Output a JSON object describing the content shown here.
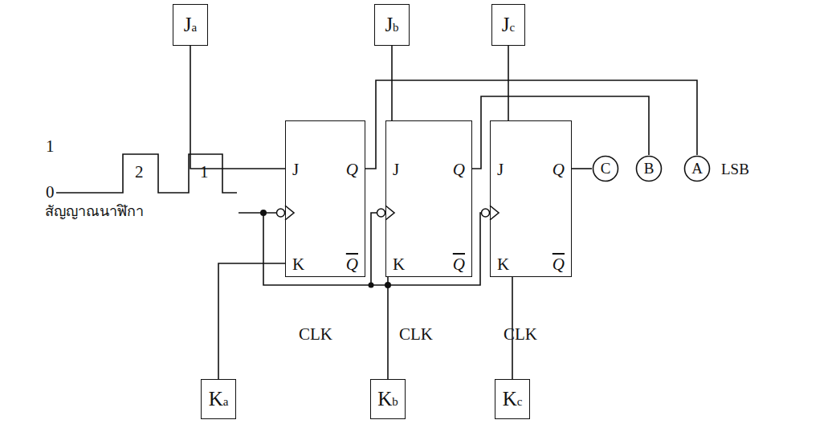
{
  "diagram": {
    "nodes": [
      {
        "text": [
          "Ja"
        ]
      },
      {
        "text": [
          "Jb"
        ]
      },
      {
        "text": [
          "Jc"
        ]
      },
      {
        "text": [
          "J",
          "Q",
          "CLK",
          "K",
          "Q"
        ]
      },
      {
        "text": [
          "J",
          "Q",
          "CLK",
          "K",
          "Q"
        ]
      },
      {
        "text": [
          "J",
          "Q",
          "CLK",
          "K",
          "Q"
        ]
      },
      {
        "text": [
          "C"
        ]
      },
      {
        "text": [
          "B"
        ]
      },
      {
        "text": [
          "A"
        ]
      },
      {
        "text": [
          "Ka"
        ]
      },
      {
        "text": [
          "Kb"
        ]
      },
      {
        "text": [
          "Kc"
        ]
      }
    ],
    "edges": [
      {
        "from": 0,
        "to": 3,
        "arrow": "none"
      },
      {
        "from": 1,
        "to": 4,
        "arrow": "none"
      },
      {
        "from": 2,
        "to": 5,
        "arrow": "none"
      },
      {
        "from": 3,
        "to": 8,
        "arrow": "none"
      },
      {
        "from": 4,
        "to": 7,
        "arrow": "none"
      },
      {
        "from": 5,
        "to": 6,
        "arrow": "none"
      },
      {
        "from": 9,
        "to": 3,
        "arrow": "none"
      },
      {
        "from": 10,
        "to": 4,
        "arrow": "none"
      },
      {
        "from": 11,
        "to": 5,
        "arrow": "none"
      }
    ],
    "labels": [
      "1",
      "0",
      "2",
      "1",
      "สัญญาณนาฬิกา",
      "LSB"
    ]
  }
}
